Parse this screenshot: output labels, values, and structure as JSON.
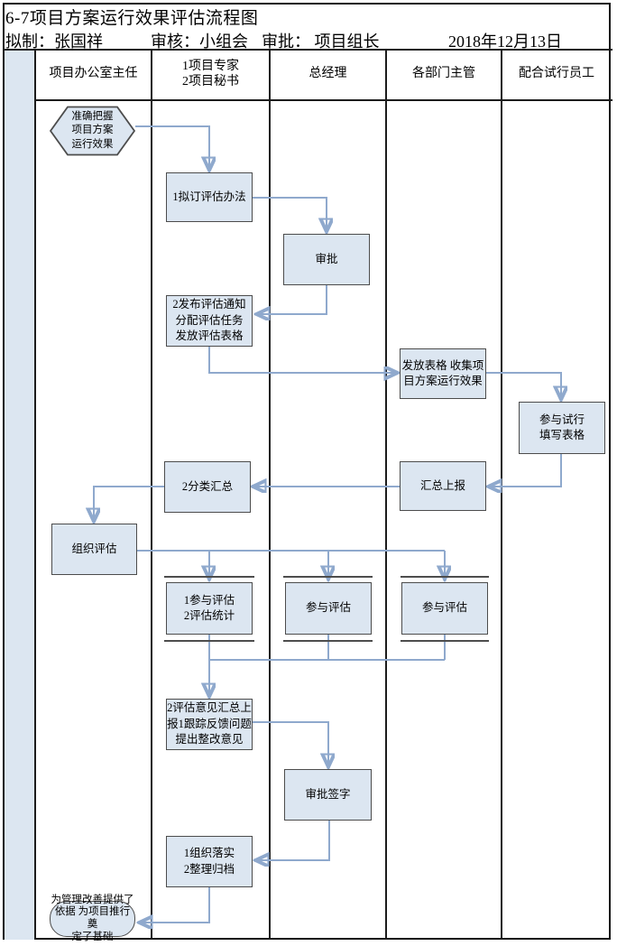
{
  "header": {
    "title": "6-7项目方案运行效果评估流程图",
    "prepared": "拟制：张国祥",
    "reviewed": "审核：小组会",
    "approved": "审批： 项目组长",
    "date": "2018年12月13日"
  },
  "lanes": [
    {
      "label": "项目办公室主任"
    },
    {
      "label": "1项目专家\n2项目秘书"
    },
    {
      "label": "总经理"
    },
    {
      "label": "各部门主管"
    },
    {
      "label": "配合试行员工"
    }
  ],
  "nodes": {
    "start": {
      "shape": "hexagon",
      "lane": "项目办公室主任",
      "text": "准确把握\n项目方案\n运行效果"
    },
    "draft": {
      "shape": "rect",
      "lane": "1项目专家 2项目秘书",
      "text": "1拟订评估办法"
    },
    "approve": {
      "shape": "rect",
      "lane": "总经理",
      "text": "审批"
    },
    "notice": {
      "shape": "rect",
      "lane": "1项目专家 2项目秘书",
      "text": "2发布评估通知\n分配评估任务\n发放评估表格"
    },
    "collect": {
      "shape": "rect",
      "lane": "各部门主管",
      "text": "发放表格 收集项\n目方案运行效果"
    },
    "trial": {
      "shape": "rect",
      "lane": "配合试行员工",
      "text": "参与试行\n填写表格"
    },
    "report": {
      "shape": "rect",
      "lane": "各部门主管",
      "text": "汇总上报"
    },
    "classify": {
      "shape": "rect",
      "lane": "1项目专家 2项目秘书",
      "text": "2分类汇总"
    },
    "organize": {
      "shape": "rect",
      "lane": "项目办公室主任",
      "text": "组织评估"
    },
    "stats": {
      "shape": "rect",
      "lane": "1项目专家 2项目秘书",
      "text": "1参与评估\n2评估统计"
    },
    "gm_join": {
      "shape": "rect",
      "lane": "总经理",
      "text": "参与评估"
    },
    "dept_join": {
      "shape": "rect",
      "lane": "各部门主管",
      "text": "参与评估"
    },
    "feedback": {
      "shape": "rect",
      "lane": "1项目专家 2项目秘书",
      "text": "2评估意见汇总上\n报1跟踪反馈问题\n提出整改意见"
    },
    "sign": {
      "shape": "rect",
      "lane": "总经理",
      "text": "审批签字"
    },
    "archive": {
      "shape": "rect",
      "lane": "1项目专家 2项目秘书",
      "text": "1组织落实\n2整理归档"
    },
    "end": {
      "shape": "terminator",
      "lane": "项目办公室主任",
      "text": "为管理改善提供了\n依据 为项目推行奠\n定了基础"
    }
  },
  "colors": {
    "node_fill": "#dce6f1",
    "node_border": "#4c4c4c",
    "connector": "#8fa9cd",
    "arrowhead": "#4176b5",
    "grid": "#1c1c1c",
    "sequence_column_fill": "#dce6f1"
  }
}
